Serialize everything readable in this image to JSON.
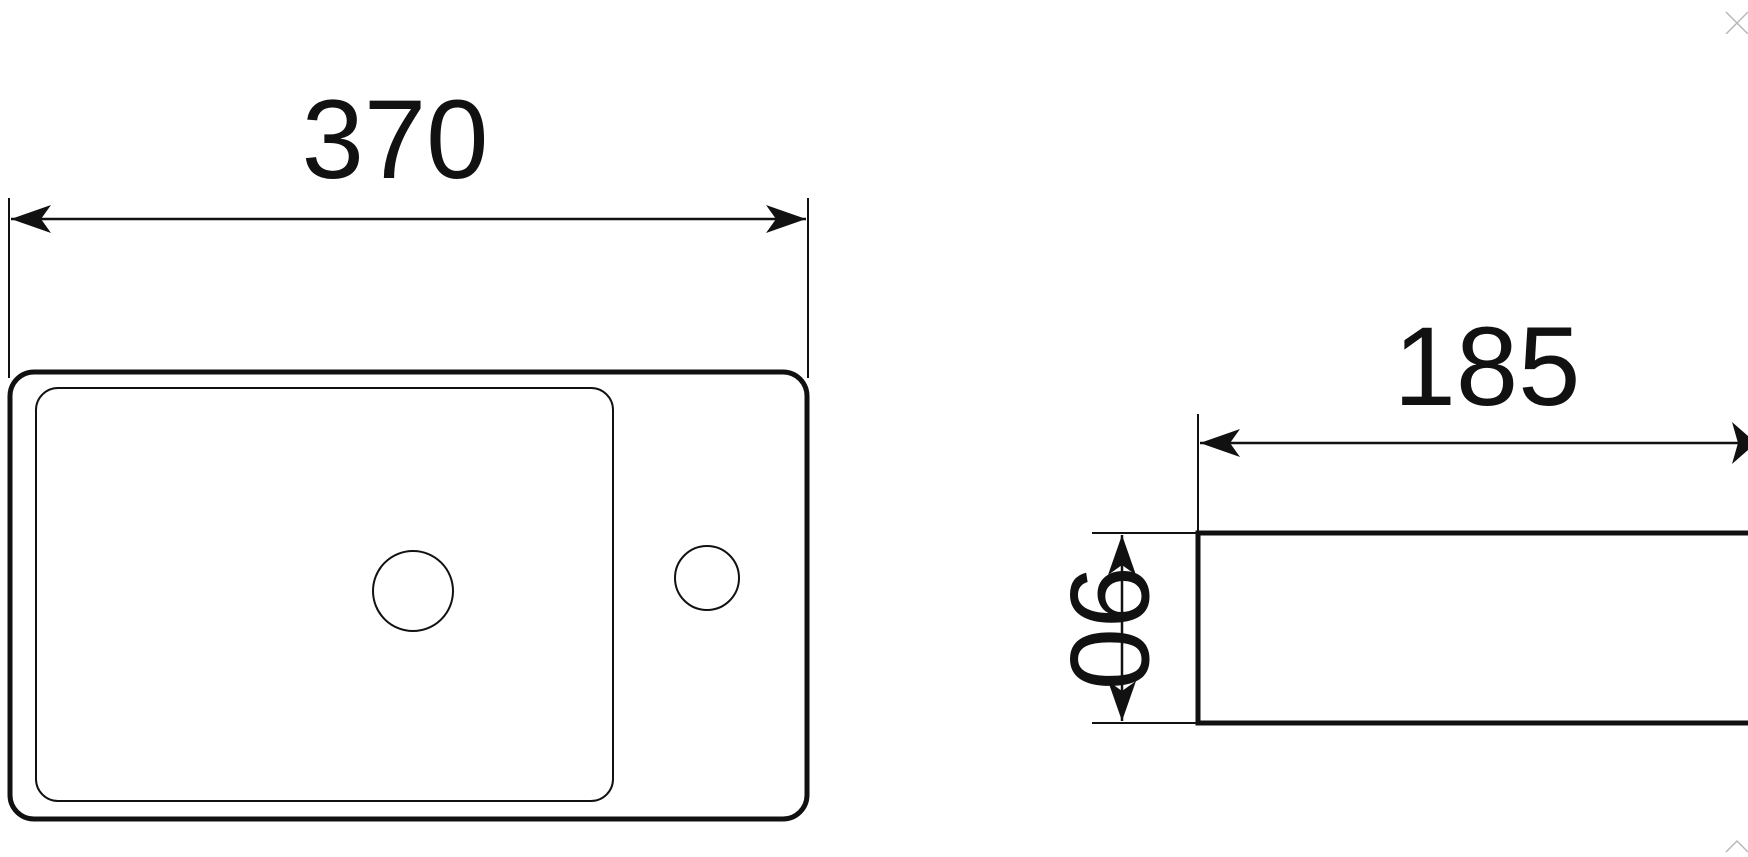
{
  "dimensions": {
    "top_view_width": "370",
    "side_view_depth": "185",
    "side_view_height": "90"
  },
  "controls": {
    "close_icon": "close-icon",
    "collapse_icon": "chevron-up-icon"
  },
  "colors": {
    "line": "#111111",
    "background": "#ffffff"
  }
}
